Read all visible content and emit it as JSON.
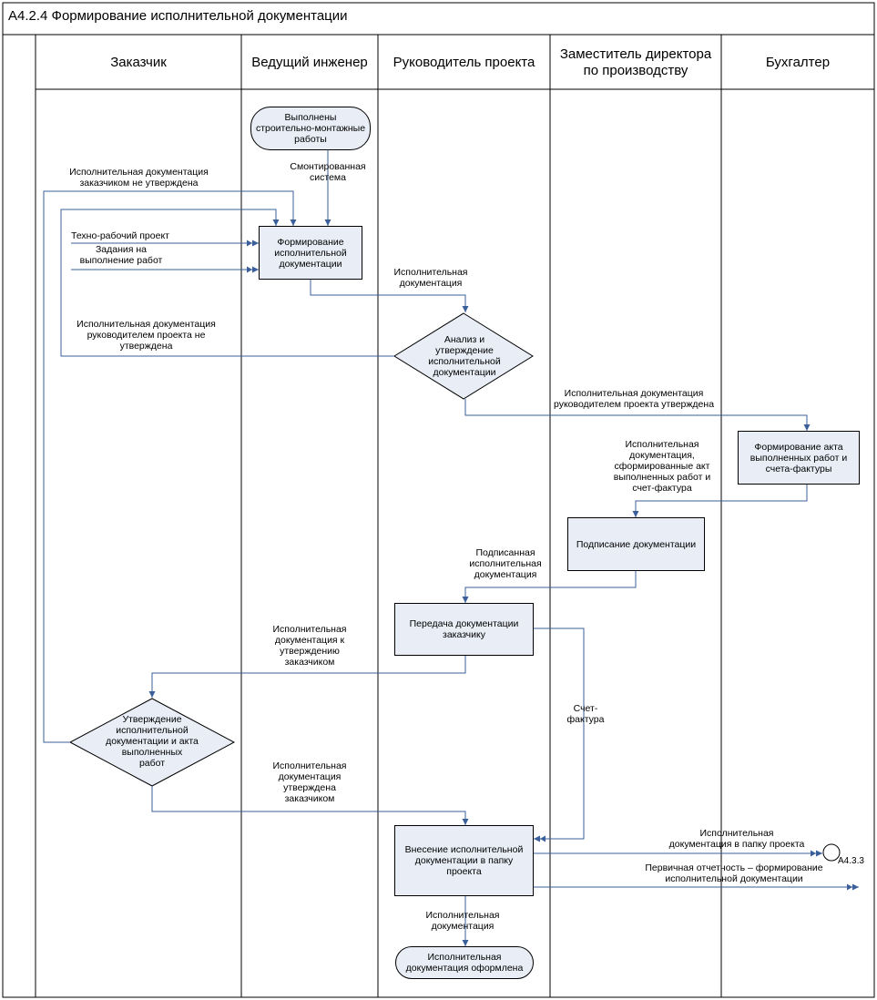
{
  "title": "А4.2.4 Формирование исполнительной документации",
  "lanes": [
    {
      "name": "Заказчик"
    },
    {
      "name": "Ведущий инженер"
    },
    {
      "name": "Руководитель проекта"
    },
    {
      "name_line1": "Заместитель директора",
      "name_line2": "по производству"
    },
    {
      "name": "Бухгалтер"
    }
  ],
  "nodes": {
    "start": [
      "Выполнены",
      "строительно-монтажные",
      "работы"
    ],
    "form_doc": [
      "Формирование",
      "исполнительной",
      "документации"
    ],
    "analysis": [
      "Анализ и",
      "утверждение",
      "исполнительной",
      "документации"
    ],
    "form_act": [
      "Формирование акта",
      "выполненных работ и",
      "счета-фактуры"
    ],
    "sign": [
      "Подписание документации"
    ],
    "transfer": [
      "Передача документации",
      "заказчику"
    ],
    "approve": [
      "Утверждение",
      "исполнительной",
      "документации и акта",
      "выполненных",
      "работ"
    ],
    "put_folder": [
      "Внесение исполнительной",
      "документации в папку",
      "проекта"
    ],
    "end": [
      "Исполнительная",
      "документация оформлена"
    ]
  },
  "flow_labels": {
    "mounted": [
      "Смонтированная",
      "система"
    ],
    "not_approved_customer": [
      "Исполнительная документация",
      "заказчиком не утверждена"
    ],
    "tech_project": [
      "Техно-рабочий проект"
    ],
    "tasks": [
      "Задания на",
      "выполнение работ"
    ],
    "exec_doc_1": [
      "Исполнительная",
      "документация"
    ],
    "not_approved_pm": [
      "Исполнительная документация",
      "руководителем проекта не",
      "утверждена"
    ],
    "approved_pm": [
      "Исполнительная документация",
      "руководителем проекта утверждена"
    ],
    "docs_act_invoice": [
      "Исполнительная",
      "документация,",
      "сформированные акт",
      "выполненных работ и",
      "счет-фактура"
    ],
    "signed_docs": [
      "Подписанная",
      "исполнительная",
      "документация"
    ],
    "to_customer": [
      "Исполнительная",
      "документация к",
      "утверждению",
      "заказчиком"
    ],
    "invoice": [
      "Счет-",
      "фактура"
    ],
    "approved_customer": [
      "Исполнительная",
      "документация",
      "утверждена",
      "заказчиком"
    ],
    "to_folder": [
      "Исполнительная",
      "документация в папку проекта"
    ],
    "primary_report": [
      "Первичная отчетность – формирование",
      "исполнительной документации"
    ],
    "exec_doc_2": [
      "Исполнительная",
      "документация"
    ]
  },
  "offpage_ref": "А4.3.3",
  "colors": {
    "line": "#3a5f9a",
    "fill": "#e8edf6",
    "border": "#000000"
  }
}
